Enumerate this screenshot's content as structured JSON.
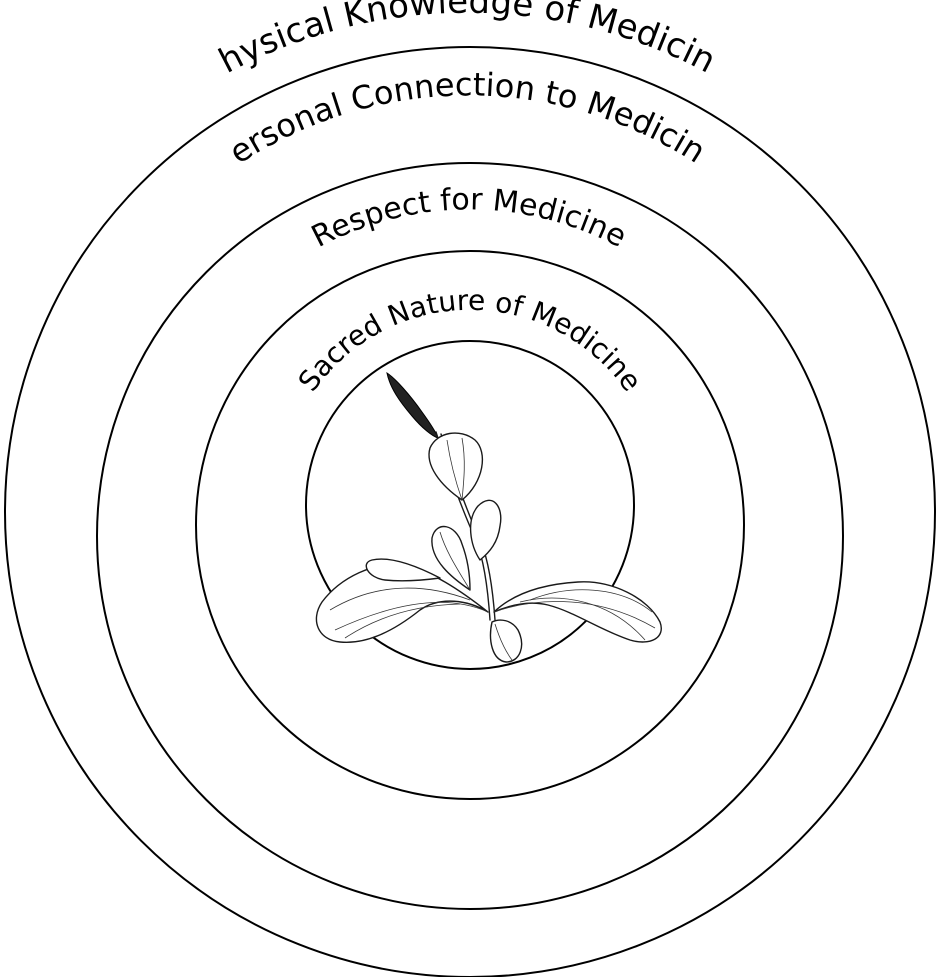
{
  "diagram": {
    "rings": [
      {
        "label": "Physical Knowledge of Medicine"
      },
      {
        "label": "Personal Connection to Medicine"
      },
      {
        "label": "Respect for Medicine"
      },
      {
        "label": "Sacred Nature of Medicine"
      }
    ],
    "colors": {
      "stroke": "#000000",
      "background": "#ffffff"
    },
    "center_image": "plantain-plant-illustration"
  }
}
